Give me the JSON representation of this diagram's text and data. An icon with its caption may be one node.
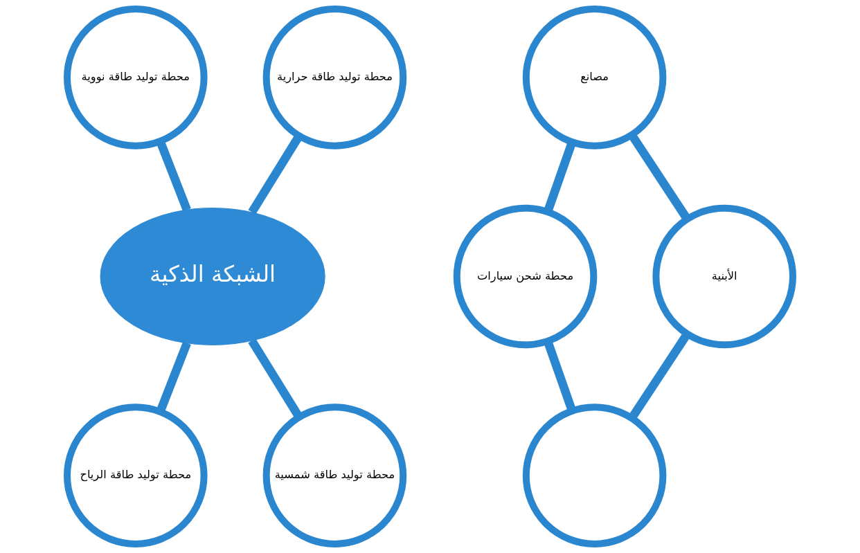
{
  "diagram": {
    "nodes": [
      {
        "text": [
          "الشبكة الذكية"
        ]
      },
      {
        "text": [
          "محطة توليد طاقة نووية"
        ]
      },
      {
        "text": [
          "مصانع"
        ]
      },
      {
        "text": [
          "محطة توليد طاقة حرارية"
        ]
      },
      {
        "text": [
          "محطة شحن سيارات"
        ]
      },
      {
        "text": [
          "الأبنية"
        ]
      },
      {
        "text": [
          "محطة توليد طاقة الرياح"
        ]
      },
      {
        "text": [],
        "shape": "circle"
      },
      {
        "text": [
          "محطة توليد طاقة شمسية"
        ]
      }
    ],
    "edges": [
      {
        "from": 1,
        "to": 0,
        "arrow": "none"
      },
      {
        "from": 3,
        "to": 0,
        "arrow": "none"
      },
      {
        "from": 0,
        "to": 6,
        "arrow": "none"
      },
      {
        "from": 0,
        "to": 8,
        "arrow": "none"
      },
      {
        "from": 2,
        "to": 4,
        "arrow": "none"
      },
      {
        "from": 2,
        "to": 5,
        "arrow": "none"
      },
      {
        "from": 4,
        "to": 7,
        "arrow": "none"
      },
      {
        "from": 5,
        "to": 7,
        "arrow": "none"
      }
    ]
  }
}
